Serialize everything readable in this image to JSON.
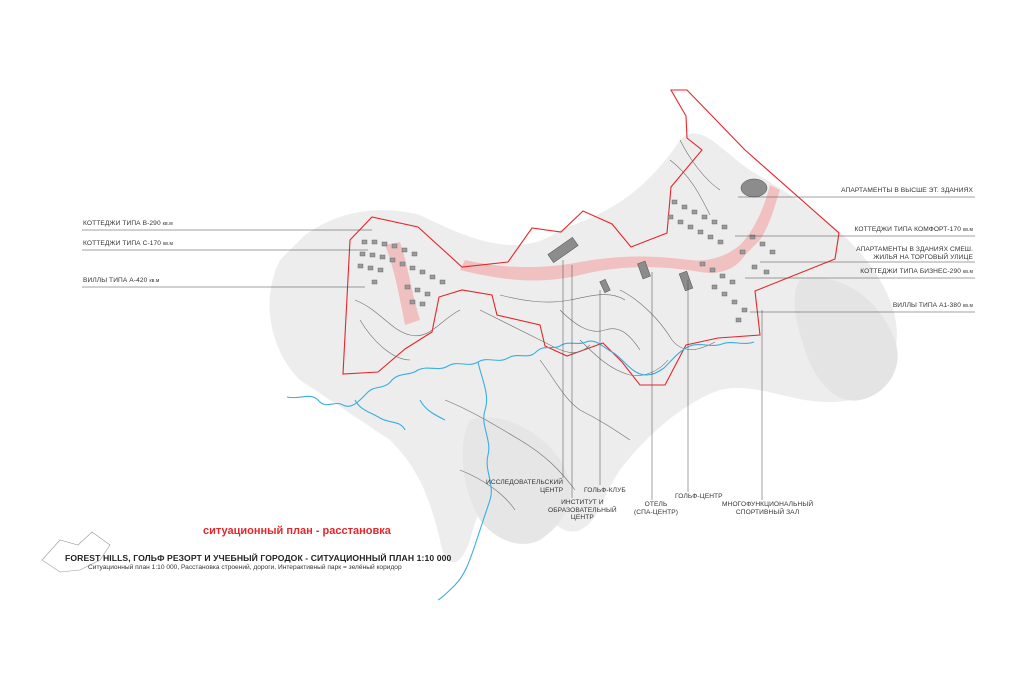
{
  "map_title": "ситуационный план - расстановка",
  "project_title": "FOREST HILLS, ГОЛЬФ РЕЗОРТ И УЧЕБНЫЙ ГОРОДОК - СИТУАЦИОННЫЙ ПЛАН 1:10 000",
  "project_subtitle": "Ситуационный план 1:10 000, Расстановка строений, дороги, Интерактивный парк = зелёный коридор",
  "labels_left": [
    {
      "text": "КОТТЕДЖИ ТИПА В-290",
      "unit": "кв.м"
    },
    {
      "text": "КОТТЕДЖИ ТИПА С-170",
      "unit": "кв.м"
    },
    {
      "text": "ВИЛЛЫ ТИПА А-420",
      "unit": "кв.м"
    }
  ],
  "labels_right": [
    {
      "text": "АПАРТАМЕНТЫ В ВЫСШЕ ЭТ. ЗДАНИЯХ",
      "unit": ""
    },
    {
      "text": "КОТТЕДЖИ ТИПА КОМФОРТ-170",
      "unit": "кв.м"
    },
    {
      "text": "АПАРТАМЕНТЫ В ЗДАНИЯХ СМЕШ.",
      "unit": ""
    },
    {
      "text": "ЖИЛЬЯ НА ТОРГОВЫЙ УЛИЦЕ",
      "unit": ""
    },
    {
      "text": "КОТТЕДЖИ ТИПА БИЗНЕС-290",
      "unit": "кв.м"
    },
    {
      "text": "ВИЛЛЫ ТИПА А1-380",
      "unit": "кв.м"
    }
  ],
  "labels_bottom": {
    "research_line1": "ИССЛЕДОВАТЕЛЬСКИЙ",
    "research_line2": "ЦЕНТР",
    "institute_line1": "ИНСТИТУТ И",
    "institute_line2": "ОБРАЗОВАТЕЛЬНЫЙ",
    "institute_line3": "ЦЕНТР",
    "golfclub": "ГОЛЬФ-КЛУБ",
    "hotel_line1": "ОТЕЛЬ",
    "hotel_line2": "(СПА-ЦЕНТР)",
    "golfcenter": "ГОЛЬФ-ЦЕНТР",
    "sport_line1": "МНОГОФУНКЦИОНАЛЬНЫЙ",
    "sport_line2": "СПОРТИВНЫЙ ЗАЛ"
  },
  "colors": {
    "boundary": "#e5262b",
    "corridor": "#f2a9a9",
    "terrain": "#ededed",
    "river": "#3aaee0",
    "contour": "#6e6e6e"
  }
}
